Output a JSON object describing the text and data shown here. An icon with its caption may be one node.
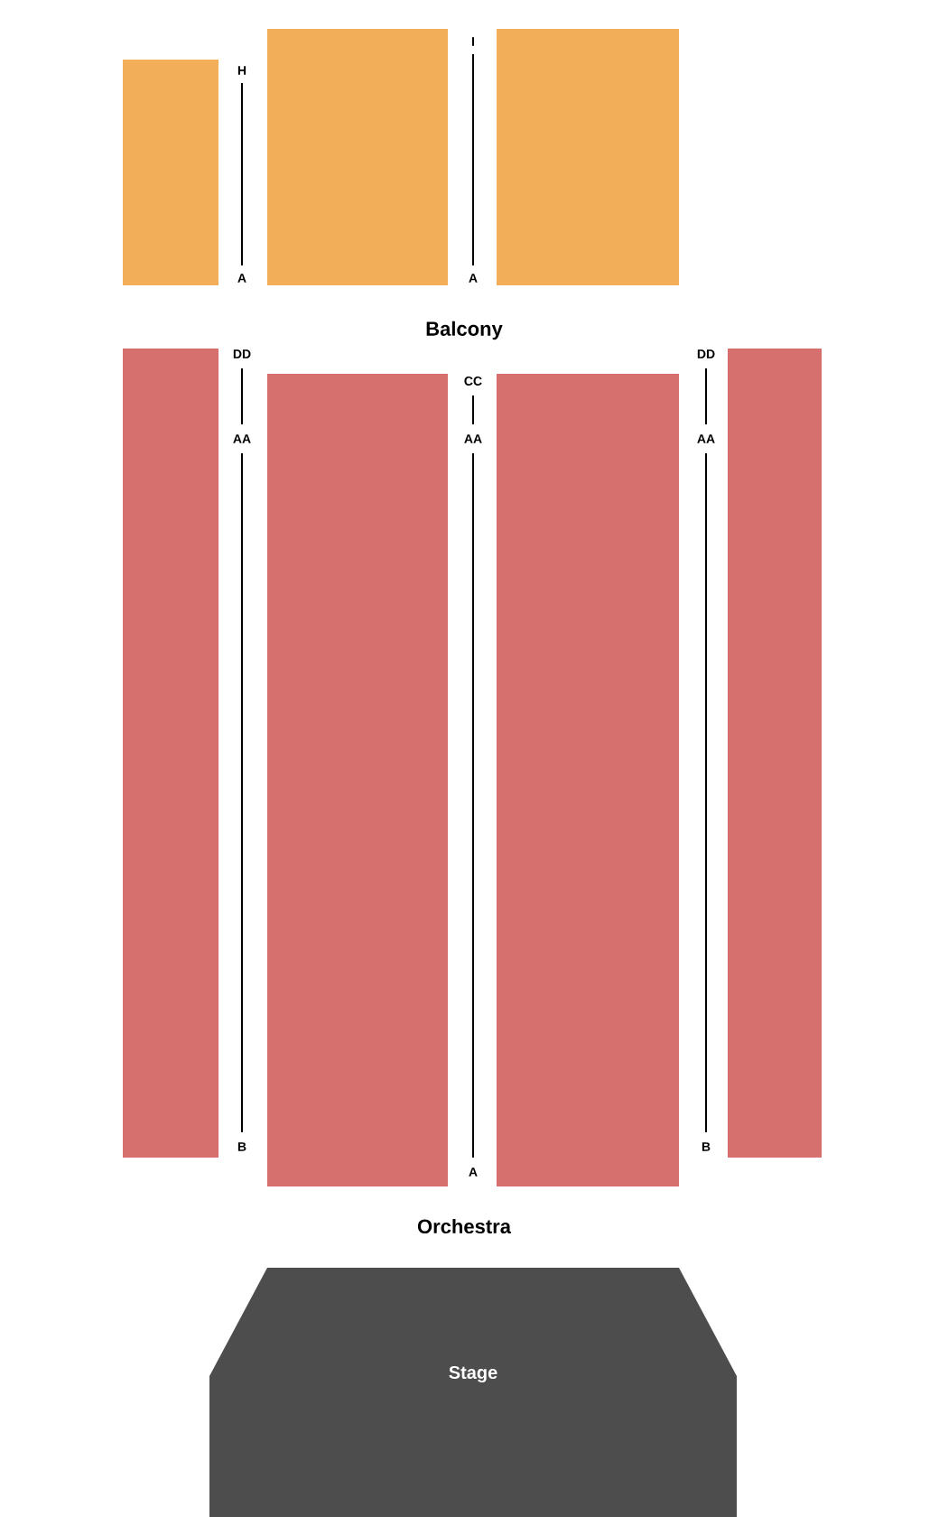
{
  "diagram": {
    "nodes": [
      {
        "text": [],
        "shape": "box"
      },
      {
        "text": [],
        "shape": "box"
      },
      {
        "text": [],
        "shape": "box"
      },
      {
        "text": [],
        "shape": "box"
      },
      {
        "text": [],
        "shape": "box"
      },
      {
        "text": [],
        "shape": "box"
      },
      {
        "text": [],
        "shape": "box"
      },
      {
        "text": [
          "Stage"
        ]
      }
    ],
    "edges": [],
    "labels": [
      "I",
      "H",
      "A",
      "A",
      "Balcony",
      "DD",
      "DD",
      "CC",
      "AA",
      "AA",
      "AA",
      "B",
      "B",
      "A",
      "Orchestra"
    ]
  }
}
